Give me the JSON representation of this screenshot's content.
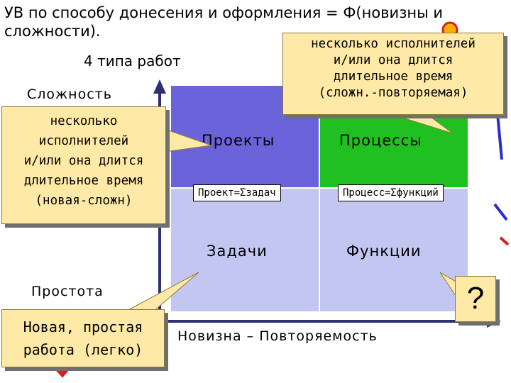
{
  "header": {
    "line1": "УВ по способу донесения и оформления = Ф(новизны и",
    "line2": "сложности).",
    "subtitle": "4 типа работ"
  },
  "axes": {
    "y_top": "Сложность",
    "y_bottom": "Простота",
    "x": "Новизна – Повторяемость"
  },
  "quadrants": {
    "projects": "Проекты",
    "processes": "Процессы",
    "tasks": "Задачи",
    "functions": "Функции"
  },
  "formulas": {
    "project": "Проект=Σзадач",
    "process": "Процесс=Σфункций"
  },
  "callouts": {
    "top_right": [
      "несколько исполнителей",
      "и/или она длится",
      "длительное время",
      "(сложн.-повторяемая)"
    ],
    "left": [
      "несколько",
      "исполнителей",
      "и/или она длится",
      "длительное время",
      "(новая-сложн)"
    ],
    "bottom_left": [
      "Новая, простая",
      "работа (легко)"
    ],
    "question": "?"
  },
  "colors": {
    "projects": "#6b63d9",
    "processes": "#1fc01f",
    "tasks_functions": "#c4c6f2",
    "callout_fill": "#ffe9a6",
    "decoration_red": "#d62020",
    "decoration_blue": "#2b2bd0"
  }
}
